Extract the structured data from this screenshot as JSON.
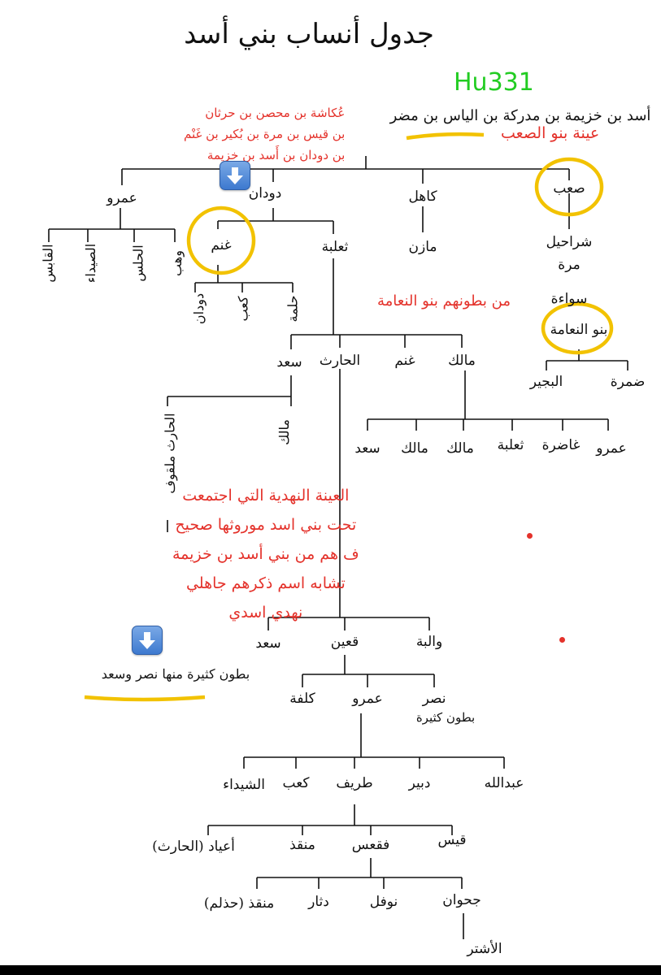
{
  "title": "جدول أنساب بني أسد",
  "watermark": "Hu331",
  "root_line": "أسد بن خزيمة بن مدركة بن الياس بن مضر",
  "annotations": {
    "ukasha": [
      "عُكاشة بن محصن بن حرثان",
      "بن قيس بن مرة بن بُكير بن غَنْم",
      "بن دودان بن أَسد بن خزيمة"
    ],
    "sab": "عينة بنو الصعب",
    "naama": "من بطونهم بنو النعامة",
    "nahdi": [
      "العينة النهدية التي اجتمعت",
      "تحت بني اسد موروثها صحيح",
      "ف هم من بني أسد بن خزيمة",
      "تشابه اسم ذكرهم جاهلي",
      "نهدي اسدي"
    ]
  },
  "nodes": {
    "amr_top": "عمرو",
    "dudan": "دودان",
    "kahil": "كاهل",
    "sab": "صعب",
    "maazin": "مازن",
    "qabisa": "القابس",
    "maalik_a": "الصيداء",
    "hulm": "الحلس",
    "wahb": "وهب",
    "ghanm": "غنم",
    "thalaba": "ثعلبة",
    "dudan2": "دودان",
    "kaab": "كعب",
    "hulm2": "حلمة",
    "shuraila": "شراحيل",
    "murra": "مرة",
    "sawwaa": "سواءة",
    "naama": "بنو النعامة",
    "sumra": "ضمرة",
    "bujair": "البجير",
    "saad": "سعد",
    "harith": "الحارث",
    "ghanm2": "غنم",
    "malik": "مالك",
    "harith_qu": "الحارث ملقوف",
    "malik2": "مالك",
    "saad2": "سعد",
    "malik3": "مالك",
    "malik4": "مالك",
    "thalaba2": "ثعلبة",
    "ghadira": "غاضرة",
    "amr2": "عمرو",
    "waliba": "والبة",
    "qais_top": "قعين",
    "saad3": "سعد",
    "butun": "بطون كثيرة منها نصر وسعد",
    "nasr": "نصر",
    "butun2": "بطون كثيرة",
    "amr3": "عمرو",
    "kulfa": "كلفة",
    "abdallah": "عبدالله",
    "dubair": "دبير",
    "tarif": "طريف",
    "kaab2": "كعب",
    "shaida": "الشيداء",
    "qais": "قيس",
    "faqas": "فقعس",
    "munqidh": "منقذ",
    "aeyad": "أعياد (الحارث)",
    "jahwan": "جحوان",
    "nawfal": "نوفل",
    "dithar": "دثار",
    "munqidh2": "منقذ (حذلم)",
    "ashtar": "الأشتر"
  },
  "colors": {
    "annotation": "#e4322b",
    "highlight": "#f2c200",
    "watermark": "#22cc22",
    "emoji": "#3d79cf"
  },
  "icons": [
    "down-arrow-icon",
    "down-arrow-icon"
  ]
}
